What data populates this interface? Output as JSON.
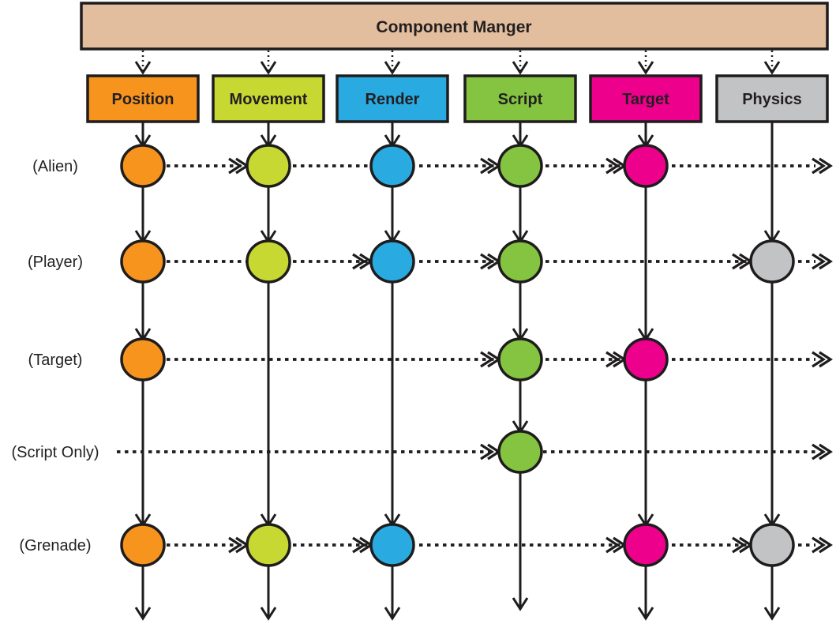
{
  "title": "Component Manger",
  "colors": {
    "manager_bar": "#E3BE9E",
    "line": "#1E1C1C",
    "text": "#231F20",
    "background": "#FFFFFF"
  },
  "components": [
    {
      "id": "position",
      "label": "Position",
      "color": "#F7941E"
    },
    {
      "id": "movement",
      "label": "Movement",
      "color": "#C8D832"
    },
    {
      "id": "render",
      "label": "Render",
      "color": "#29ABE2"
    },
    {
      "id": "script",
      "label": "Script",
      "color": "#84C441"
    },
    {
      "id": "target",
      "label": "Target",
      "color": "#EC008C"
    },
    {
      "id": "physics",
      "label": "Physics",
      "color": "#C2C3C5"
    }
  ],
  "entities": [
    {
      "key": "alien",
      "label": "(Alien)",
      "components": [
        "position",
        "movement",
        "render",
        "script",
        "target"
      ],
      "dashed_arrowheads": [
        "movement",
        "script",
        "target"
      ],
      "arrow_to_right_edge": true
    },
    {
      "key": "player",
      "label": "(Player)",
      "components": [
        "position",
        "movement",
        "render",
        "script",
        "physics"
      ],
      "dashed_arrowheads": [
        "render",
        "script",
        "physics"
      ],
      "arrow_to_right_edge": true
    },
    {
      "key": "target",
      "label": "(Target)",
      "components": [
        "position",
        "script",
        "target"
      ],
      "dashed_arrowheads": [
        "script",
        "target"
      ],
      "arrow_to_right_edge": true
    },
    {
      "key": "script-only",
      "label": "(Script Only)",
      "components": [
        "script"
      ],
      "dashed_arrowheads": [
        "script"
      ],
      "arrow_to_right_edge": true
    },
    {
      "key": "grenade",
      "label": "(Grenade)",
      "components": [
        "position",
        "movement",
        "render",
        "target",
        "physics"
      ],
      "dashed_arrowheads": [
        "movement",
        "render",
        "target",
        "physics"
      ],
      "arrow_to_right_edge": true
    }
  ]
}
